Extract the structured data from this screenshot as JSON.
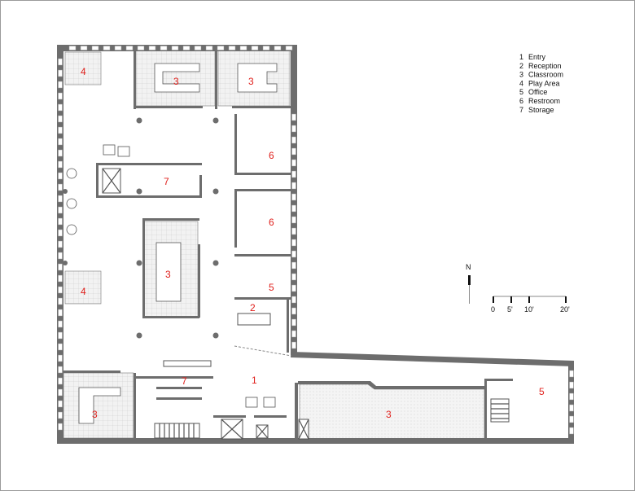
{
  "legend": [
    {
      "num": "1",
      "label": "Entry"
    },
    {
      "num": "2",
      "label": "Reception"
    },
    {
      "num": "3",
      "label": "Classroom"
    },
    {
      "num": "4",
      "label": "Play Area"
    },
    {
      "num": "5",
      "label": "Office"
    },
    {
      "num": "6",
      "label": "Restroom"
    },
    {
      "num": "7",
      "label": "Storage"
    }
  ],
  "north_label": "N",
  "scale": {
    "ticks": [
      "0",
      "5'",
      "10'",
      "20'"
    ]
  },
  "rooms": [
    "4",
    "3",
    "3",
    "6",
    "7",
    "6",
    "3",
    "5",
    "4",
    "2",
    "7",
    "1",
    "3",
    "3",
    "5"
  ],
  "colors": {
    "label": "#e0201c",
    "wall": "#6d6d6d"
  }
}
